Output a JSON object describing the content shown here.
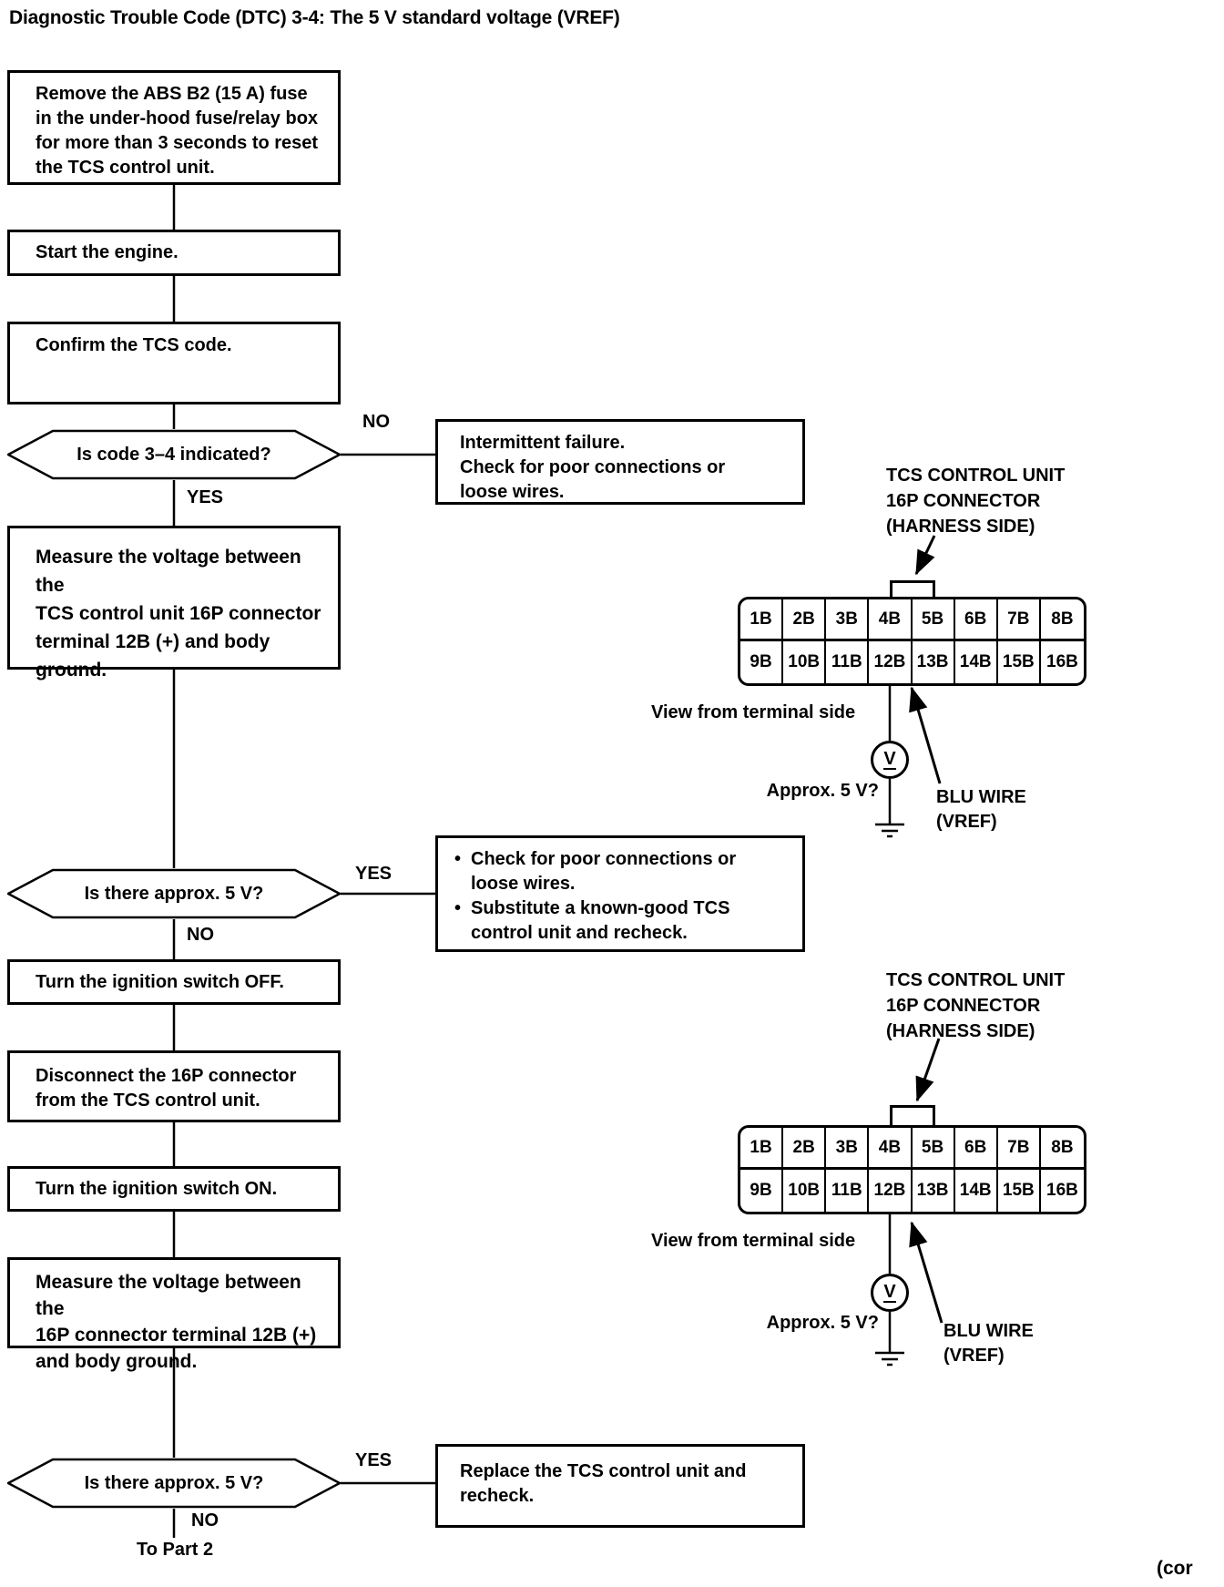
{
  "page": {
    "title": "Diagnostic Trouble Code (DTC) 3-4: The 5 V standard voltage (VREF)",
    "footer_left": "To Part 2",
    "footer_right": "(cor"
  },
  "flow": {
    "step1": "Remove the ABS B2 (15 A) fuse\nin the under-hood fuse/relay box\nfor more than 3 seconds to reset\nthe TCS control unit.",
    "step2": "Start the engine.",
    "step3": "Confirm the TCS code.",
    "decision1": {
      "label": "Is code 3–4 indicated?",
      "no": "NO",
      "yes": "YES"
    },
    "branch1": "Intermittent failure.\nCheck for poor connections or\nloose wires.",
    "step4": "Measure the voltage between the\nTCS control unit 16P connector\nterminal 12B (+) and body\nground.",
    "decision2": {
      "label": "Is there approx. 5 V?",
      "yes": "YES",
      "no": "NO"
    },
    "branch2": {
      "marker": "•",
      "items": [
        "Check for poor connections or\nloose wires.",
        "Substitute a known-good TCS\ncontrol unit and recheck."
      ]
    },
    "step5": "Turn the ignition switch OFF.",
    "step6": "Disconnect the 16P connector\nfrom the TCS control unit.",
    "step7": "Turn the ignition switch ON.",
    "step8": "Measure the voltage between the\n16P connector terminal 12B (+)\nand body ground.",
    "decision3": {
      "label": "Is there approx. 5 V?",
      "yes": "YES",
      "no": "NO"
    },
    "branch3": "Replace the TCS control unit and\nrecheck."
  },
  "diagram": {
    "unit_label": "TCS CONTROL UNIT\n16P CONNECTOR\n(HARNESS SIDE)",
    "view_label": "View from terminal side",
    "voltmeter_symbol": "V",
    "approx_label": "Approx. 5 V?",
    "wire_label": "BLU WIRE\n(VREF)",
    "connector": {
      "row1": [
        "1B",
        "2B",
        "3B",
        "4B",
        "5B",
        "6B",
        "7B",
        "8B"
      ],
      "row2": [
        "9B",
        "10B",
        "11B",
        "12B",
        "13B",
        "14B",
        "15B",
        "16B"
      ]
    }
  },
  "colors": {
    "ink": "#000000",
    "paper": "#ffffff"
  }
}
